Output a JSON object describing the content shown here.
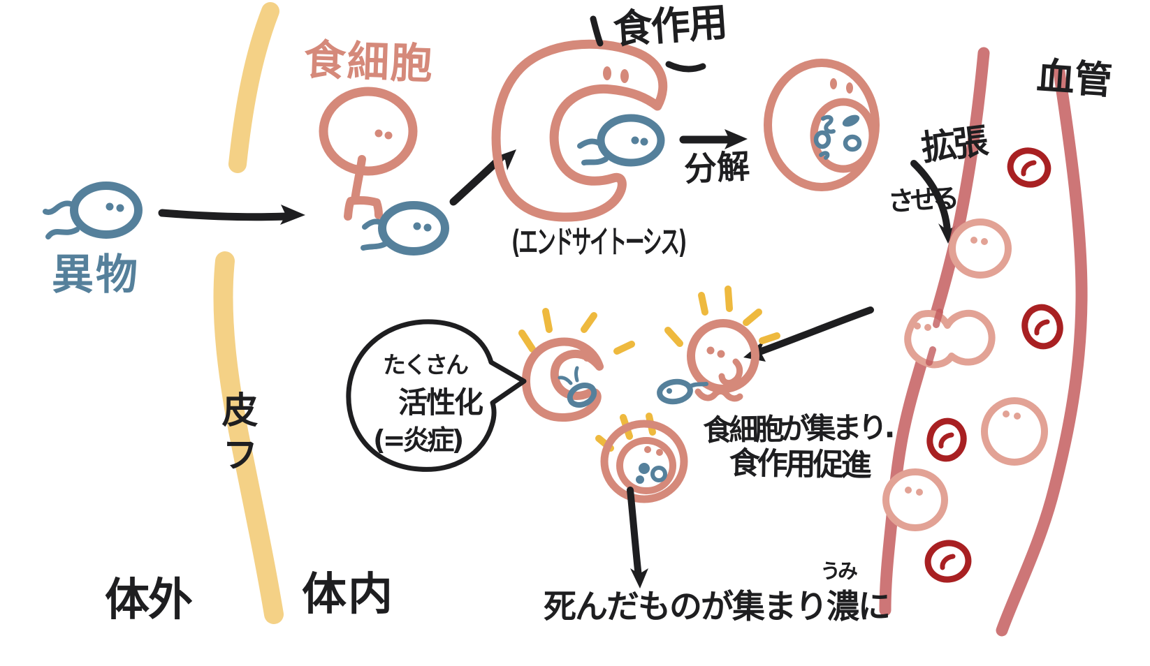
{
  "colors": {
    "cell_pink": "#d5897a",
    "cell_pink_light": "#e2a295",
    "bacteria_blue": "#55809b",
    "skin_yellow": "#f3cf80",
    "ray_yellow": "#eeb93e",
    "vessel_red": "#c96a6b",
    "rbc_red": "#a82022",
    "ink_black": "#1e1e20",
    "background": "#ffffff"
  },
  "labels": {
    "phagocyte": "食細胞",
    "foreign_body": "異物",
    "phagocytosis": "食作用",
    "endocytosis": "(エンドサイトーシス)",
    "breakdown": "分解",
    "dilation_line1": "拡張",
    "dilation_line2": "させる",
    "blood_vessel": "血管",
    "skin": "皮フ",
    "outside_body": "体外",
    "inside_body": "体内",
    "bubble_line1": "たくさん",
    "bubble_line2": "活性化",
    "bubble_line3": "(=炎症)",
    "gather_line1": "食細胞が集まり.",
    "gather_line2": "食作用促進",
    "pus_furigana": "うみ",
    "pus_line": "死んだものが集まり濃に"
  }
}
